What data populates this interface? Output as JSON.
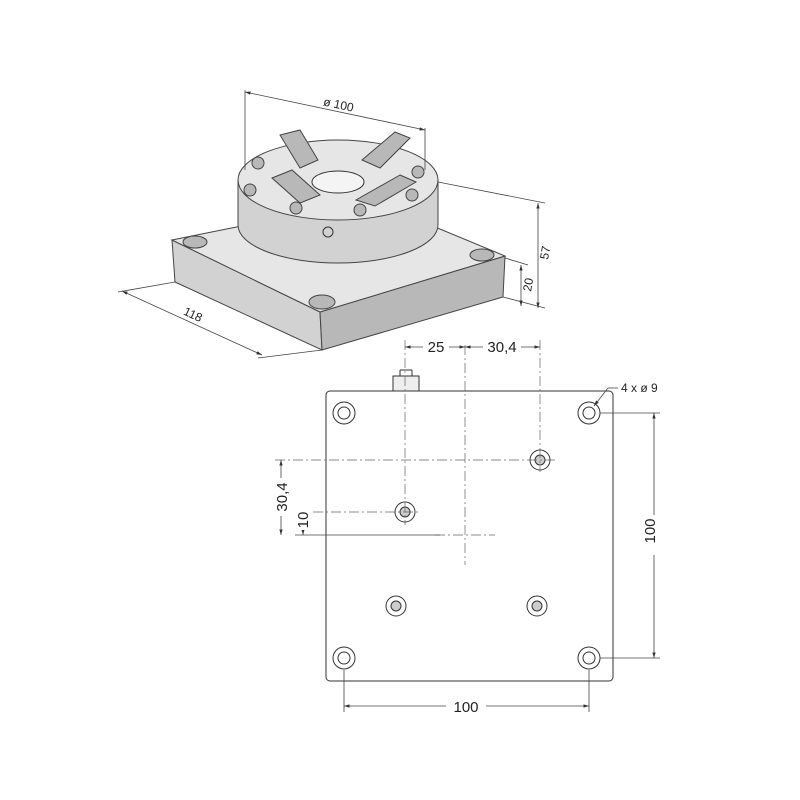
{
  "drawing": {
    "iso_view": {
      "dim_diameter": "ø 100",
      "dim_total_height": "57",
      "dim_plate_height": "20",
      "dim_plate_width": "118"
    },
    "bottom_view": {
      "dim_offset_x1": "25",
      "dim_offset_x2": "30,4",
      "dim_offset_y1": "30,4",
      "dim_offset_y2": "10",
      "dim_hole_spacing_vertical": "100",
      "dim_hole_spacing_horizontal": "100",
      "hole_callout": "4 x ø 9"
    }
  }
}
